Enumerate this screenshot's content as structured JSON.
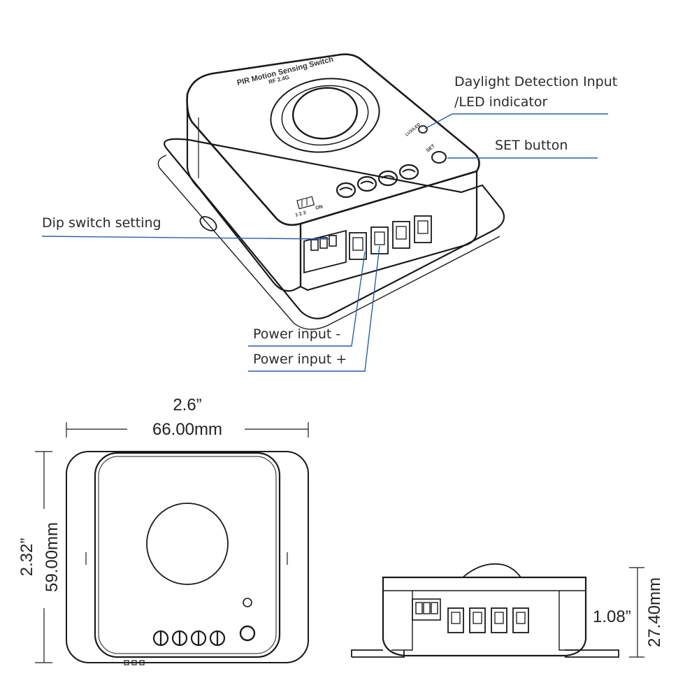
{
  "device": {
    "title": "PIR Motion Sensing Switch",
    "rf_label": "RF 2.4G",
    "lux_label": "LUX/LED",
    "set_label": "SET",
    "dip_numbers": "1 2 3",
    "dip_on": "ON"
  },
  "callouts": {
    "daylight_line1": "Daylight Detection Input",
    "daylight_line2": "/LED indicator",
    "set_button": "SET button",
    "dip_switch": "Dip switch setting",
    "power_minus": "Power input -",
    "power_plus": "Power input +"
  },
  "dimensions": {
    "width_in": "2.6”",
    "width_mm": "66.00mm",
    "height_in": "2.32”",
    "height_mm": "59.00mm",
    "depth_in": "1.08”",
    "depth_mm": "27.40mm"
  },
  "colors": {
    "leader": "#2c5ea8",
    "outline": "#1a1a1a"
  }
}
